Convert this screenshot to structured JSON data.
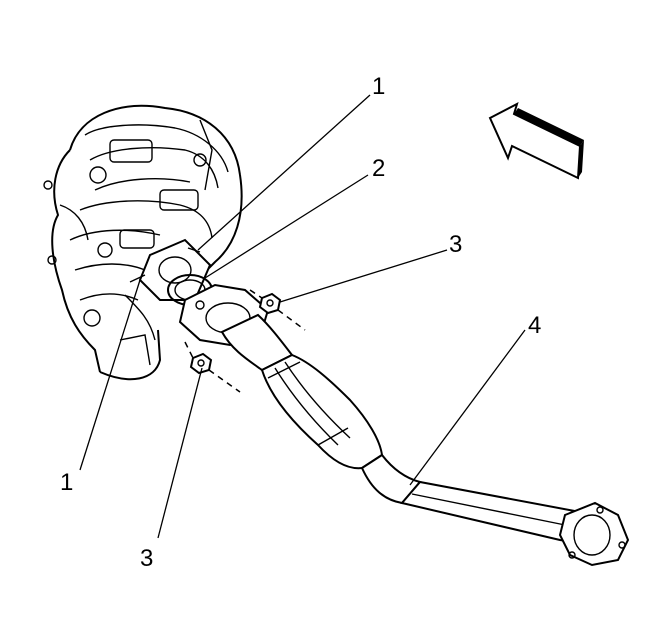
{
  "callouts": [
    {
      "id": "callout-1-top",
      "text": "1"
    },
    {
      "id": "callout-2",
      "text": "2"
    },
    {
      "id": "callout-3-right",
      "text": "3"
    },
    {
      "id": "callout-4",
      "text": "4"
    },
    {
      "id": "callout-1-bottom",
      "text": "1"
    },
    {
      "id": "callout-3-bottom",
      "text": "3"
    }
  ]
}
